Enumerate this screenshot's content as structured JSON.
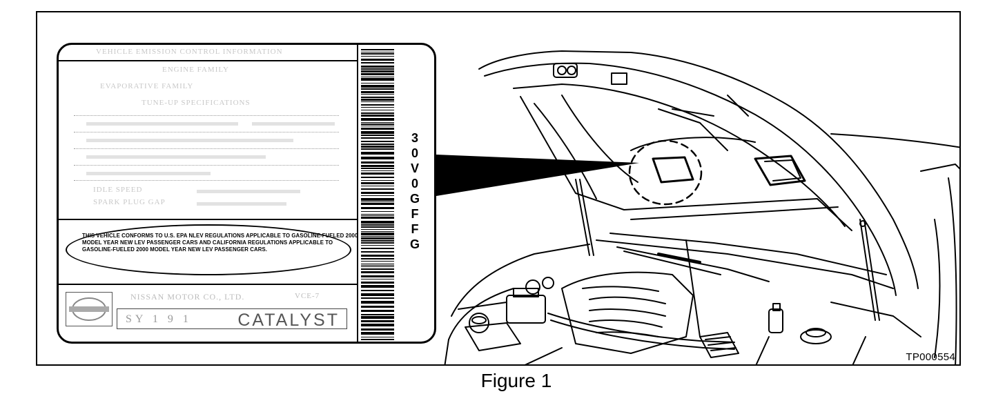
{
  "label": {
    "header_text": "VEHICLE EMISSION CONTROL INFORMATION",
    "faded_lines": [
      "ENGINE FAMILY",
      "EVAPORATIVE FAMILY",
      "TUNE-UP SPECIFICATIONS",
      "IDLE SPEED",
      "SPARK PLUG GAP"
    ],
    "notice": "THIS VEHICLE CONFORMS TO U.S. EPA NLEV REGULATIONS APPLICABLE TO GASOLINE-FUELED 2000 MODEL YEAR NEW LEV PASSENGER CARS AND CALIFORNIA REGULATIONS APPLICABLE TO GASOLINE-FUELED 2000 MODEL YEAR NEW LEV PASSENGER CARS.",
    "manufacturer": "NISSAN MOTOR CO., LTD.",
    "code_small": "VCE-7",
    "catalyst_prefix": "SY 1 9 1",
    "catalyst": "CATALYST",
    "vin_chars": [
      "3",
      "0",
      "V",
      "0",
      "G",
      "F",
      "F",
      "G"
    ]
  },
  "figure_code": "TP000554",
  "caption": "Figure 1"
}
